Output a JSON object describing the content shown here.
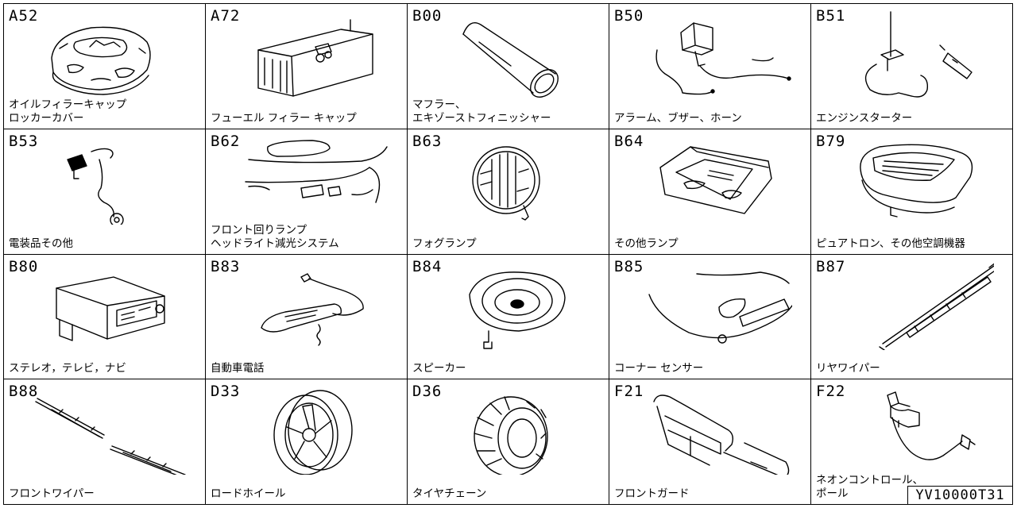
{
  "catalog": {
    "parts": [
      {
        "code": "A52",
        "label": "オイルフィラーキャップ\nロッカーカバー",
        "icon": "oil-filler-cap-icon"
      },
      {
        "code": "A72",
        "label": "フューエル フィラー キャップ",
        "icon": "fuel-filler-cap-icon"
      },
      {
        "code": "B00",
        "label": "マフラー、\nエキゾーストフィニッシャー",
        "icon": "muffler-icon"
      },
      {
        "code": "B50",
        "label": "アラーム、ブザー、ホーン",
        "icon": "alarm-horn-icon"
      },
      {
        "code": "B51",
        "label": "エンジンスターター",
        "icon": "engine-starter-icon"
      },
      {
        "code": "B53",
        "label": "電装品その他",
        "icon": "electrical-parts-icon"
      },
      {
        "code": "B62",
        "label": "フロント回りランプ\nヘッドライト減光システム",
        "icon": "front-lamp-icon"
      },
      {
        "code": "B63",
        "label": "フォグランプ",
        "icon": "fog-lamp-icon"
      },
      {
        "code": "B64",
        "label": "その他ランプ",
        "icon": "room-lamp-icon"
      },
      {
        "code": "B79",
        "label": "ピュアトロン、その他空調機器",
        "icon": "air-purifier-icon"
      },
      {
        "code": "B80",
        "label": "ステレオ，テレビ，ナビ",
        "icon": "stereo-icon"
      },
      {
        "code": "B83",
        "label": "自動車電話",
        "icon": "car-phone-icon"
      },
      {
        "code": "B84",
        "label": "スピーカー",
        "icon": "speaker-icon"
      },
      {
        "code": "B85",
        "label": "コーナー センサー",
        "icon": "corner-sensor-icon"
      },
      {
        "code": "B87",
        "label": "リヤワイパー",
        "icon": "rear-wiper-icon"
      },
      {
        "code": "B88",
        "label": "フロントワイパー",
        "icon": "front-wiper-icon"
      },
      {
        "code": "D33",
        "label": "ロードホイール",
        "icon": "road-wheel-icon"
      },
      {
        "code": "D36",
        "label": "タイヤチェーン",
        "icon": "tire-chain-icon"
      },
      {
        "code": "F21",
        "label": "フロントガード",
        "icon": "front-guard-icon"
      },
      {
        "code": "F22",
        "label": "ネオンコントロール、\nポール",
        "icon": "neon-pole-icon"
      }
    ]
  },
  "footer": {
    "code": "YV10000T31"
  }
}
